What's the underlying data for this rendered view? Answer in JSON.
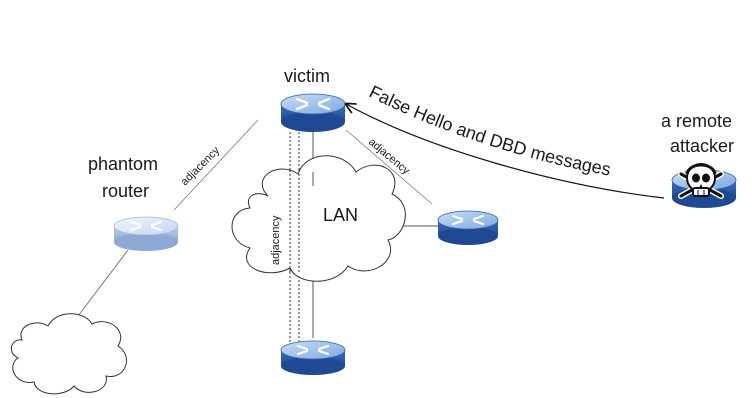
{
  "nodes": {
    "victim": {
      "label": "victim",
      "icon": "router-icon"
    },
    "phantom_router": {
      "label_line1": "phantom",
      "label_line2": "router",
      "icon": "router-icon"
    },
    "remote_attacker": {
      "label_line1": "a remote",
      "label_line2": "attacker",
      "icon": "skull-crossbones-icon"
    },
    "lan": {
      "label": "LAN",
      "icon": "cloud-icon"
    },
    "right_router": {
      "icon": "router-icon"
    },
    "bottom_router": {
      "icon": "router-icon"
    },
    "bottom_left_cloud": {
      "icon": "cloud-icon"
    }
  },
  "edges": {
    "adjacency_phantom": "adjacency",
    "adjacency_right": "adjacency",
    "adjacency_lan": "adjacency",
    "attack_message": "False Hello and DBD messages"
  },
  "colors": {
    "router_top": "#a9c8ec",
    "router_side": "#2f62b4",
    "router_phantom_top": "#dfe9f8",
    "router_phantom_side": "#9fb9df",
    "line": "#555555",
    "cloud_stroke": "#333333",
    "attacker_top": "#9fc2ec",
    "attacker_side": "#3c70c0"
  }
}
